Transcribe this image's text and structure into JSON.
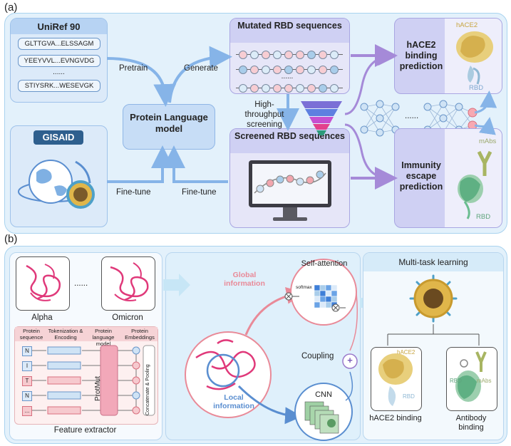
{
  "panel_a": {
    "label": "(a)",
    "uniref_title": "UniRef 90",
    "sequences": [
      "GLTTGVA...ELSSAGM",
      "YEEYVVL...EVNGVDG",
      "......",
      "STIYSRK...WESEVGK"
    ],
    "gisaid_logo": "GISAID",
    "plm_title": "Protein Language model",
    "mutated_title": "Mutated RBD sequences",
    "mutated_dots": "......",
    "screened_title": "Screened RBD sequences",
    "pretrain": "Pretrain",
    "generate": "Generate",
    "finetune_1": "Fine-tune",
    "finetune_2": "Fine-tune",
    "screening": "High-throughput screening",
    "nn_dots": "......",
    "hace2_pred_title": "hACE2 binding prediction",
    "hace2_label": "hACE2",
    "rbd_label_1": "RBD",
    "immunity_title": "Immunity escape prediction",
    "mabs_label": "mAbs",
    "rbd_label_2": "RBD"
  },
  "panel_b": {
    "label": "(b)",
    "variant_1": "Alpha",
    "variant_dots": "......",
    "variant_2": "Omicron",
    "table_headers": [
      "Protein sequence",
      "Tokenization & Encoding",
      "Protein language model",
      "Protein Embeddings"
    ],
    "tokens": [
      "N",
      "I",
      "T",
      "N",
      "..."
    ],
    "protmut": "ProtMut",
    "concat": "Concatenate & Pooling",
    "feature_extractor": "Feature extractor",
    "global_info": "Global information",
    "local_info": "Local information",
    "self_attention": "Self-attention",
    "softmax": "softmax",
    "cnn": "CNN",
    "coupling": "Coupling",
    "plus": "+",
    "multitask": "Multi-task learning",
    "hace2_small": "hACE2",
    "rbd_small_1": "RBD",
    "rbd_small_2": "RBD",
    "mabs_small": "mAbs",
    "hace2_binding": "hACE2 binding",
    "antibody_binding": "Antibody binding"
  },
  "colors": {
    "panel_bg": "#e3f1fb",
    "panel_border": "#a9d3ef",
    "box_blue": "#c7ddf6",
    "box_purple": "#cfd0f3",
    "arrow_blue": "#86b4e8",
    "arrow_purple": "#a58ad8",
    "pink": "#e9558a",
    "gold": "#e3c25a",
    "green": "#3f9a6a"
  }
}
